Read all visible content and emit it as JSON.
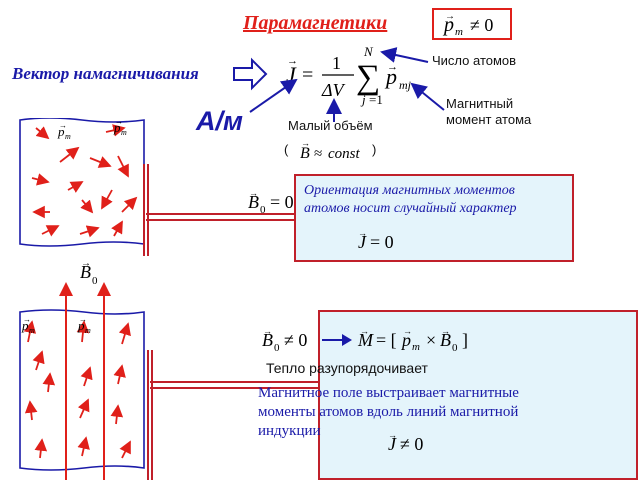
{
  "title": "Парамагнетики",
  "vector_label": "Вектор намагничивания",
  "unit": "А/м",
  "annotations": {
    "atom_count": "Число атомов",
    "moment_line1": "Магнитный",
    "moment_line2": "момент атома",
    "small_volume": "Малый объём",
    "paren_open": "(",
    "paren_close": ")"
  },
  "box1": {
    "line1": "Ориентация  магнитных моментов",
    "line2": "атомов носит случайный характер"
  },
  "box2": {
    "heat": "Тепло разупорядочивает",
    "line1": "Магнитное поле выстраивает магнитные",
    "line2": "моменты атомов вдоль линий магнитной",
    "line3": "индукции"
  },
  "formulas": {
    "pm_ne_zero": "p_m ≠ 0",
    "magnetization": "J = (1/ΔV) Σ_{j=1}^{N} p_mj",
    "b_approx_const": "B ≈ const",
    "b0_eq_zero": "B_0 = 0",
    "j_eq_zero": "J = 0",
    "b0_ne_zero": "B_0 ≠ 0",
    "torque": "M = [p_m × B_0]",
    "j_ne_zero": "J ≠ 0",
    "b0_label": "B_0",
    "pm_label": "p_m"
  },
  "colors": {
    "title": "#e0201a",
    "label_blue": "#1a1aa8",
    "arrow_red": "#e0201a",
    "arrow_blue": "#1a1aa8",
    "box_border": "#c0202a",
    "box_fill": "#e4f4fb"
  }
}
